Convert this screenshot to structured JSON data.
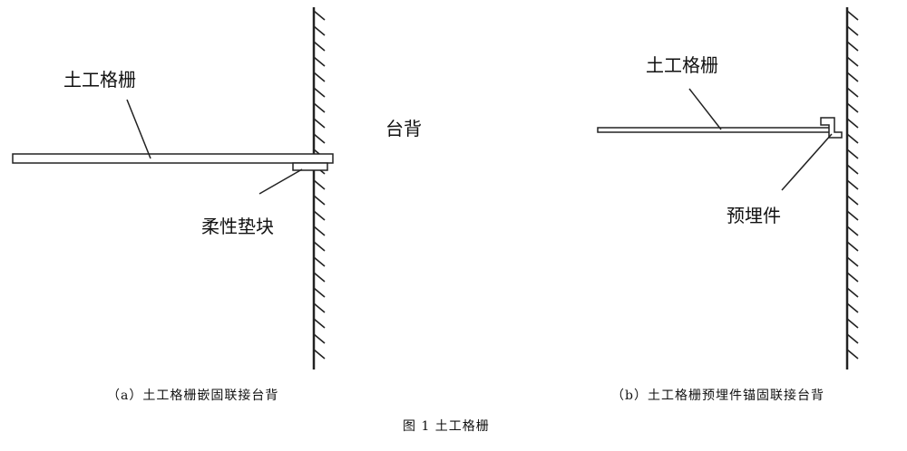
{
  "panel_a": {
    "geogrid_label": "土工格栅",
    "abutment_label": "台背",
    "pad_label": "柔性垫块",
    "caption": "（a）土工格栅嵌固联接台背"
  },
  "panel_b": {
    "geogrid_label": "土工格栅",
    "embed_label": "预埋件",
    "caption": "（b）土工格栅预埋件锚固联接台背"
  },
  "figure_caption": "图 1 土工格栅",
  "colors": {
    "line": "#222222"
  }
}
